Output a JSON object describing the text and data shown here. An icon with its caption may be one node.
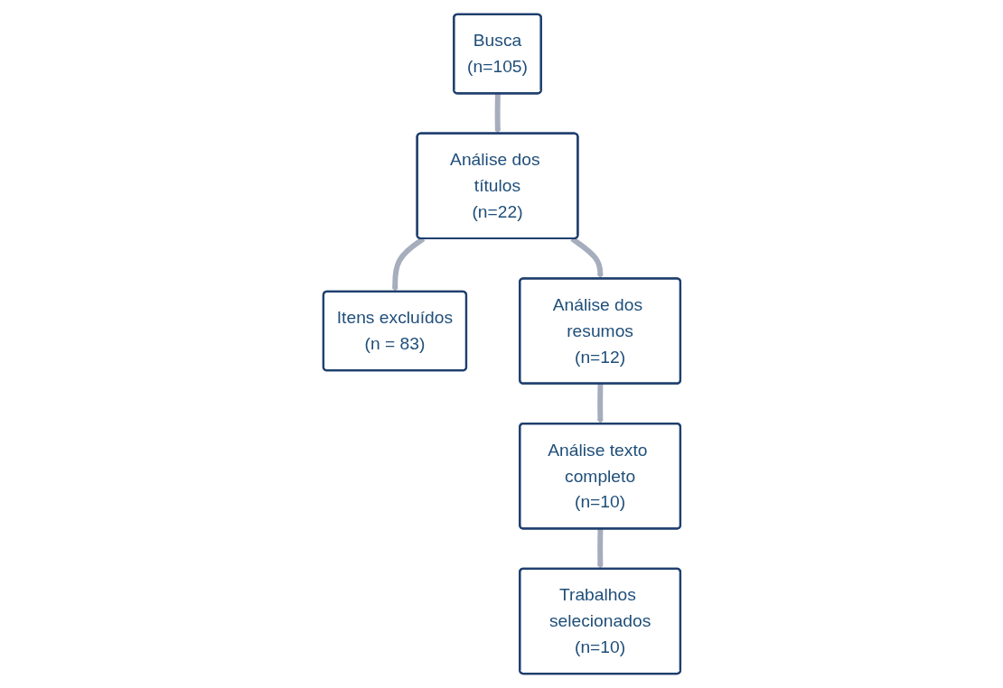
{
  "diagram": {
    "nodes": [
      {
        "text": [
          "Busca",
          "(n=105)"
        ]
      },
      {
        "text": [
          "Análise dos títulos",
          "(n=22)"
        ]
      },
      {
        "text": [
          "Itens excluídos",
          "(n = 83)"
        ]
      },
      {
        "text": [
          "Análise texto completo",
          "(n=10)"
        ]
      },
      {
        "text": [
          "Análise dos resumos",
          "(n=12)"
        ]
      },
      {
        "text": [
          "Trabalhos selecionados",
          "(n=10)"
        ]
      }
    ],
    "edges": [
      {
        "from": 0,
        "to": 1,
        "arrow": "to"
      },
      {
        "from": 1,
        "to": 2,
        "arrow": "to"
      },
      {
        "from": 1,
        "to": 4,
        "arrow": "to"
      },
      {
        "from": 4,
        "to": 3,
        "arrow": "to"
      },
      {
        "from": 3,
        "to": 5,
        "arrow": "to"
      }
    ]
  }
}
